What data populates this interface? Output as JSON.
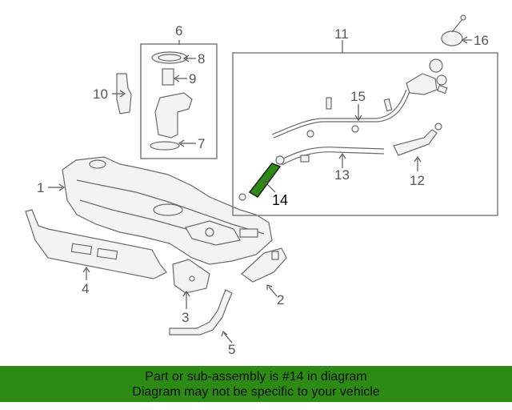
{
  "callouts": {
    "c1": "1",
    "c2": "2",
    "c3": "3",
    "c4": "4",
    "c5": "5",
    "c6": "6",
    "c7": "7",
    "c8": "8",
    "c9": "9",
    "c10": "10",
    "c11": "11",
    "c12": "12",
    "c13": "13",
    "c14": "14",
    "c15": "15",
    "c16": "16"
  },
  "highlight": {
    "part_number": "14",
    "color": "#2d8a15"
  },
  "banner": {
    "line1": "Part or sub-assembly is #14 in diagram",
    "line2": "Diagram may not be specific to your vehicle",
    "color": "#2d8a15"
  }
}
